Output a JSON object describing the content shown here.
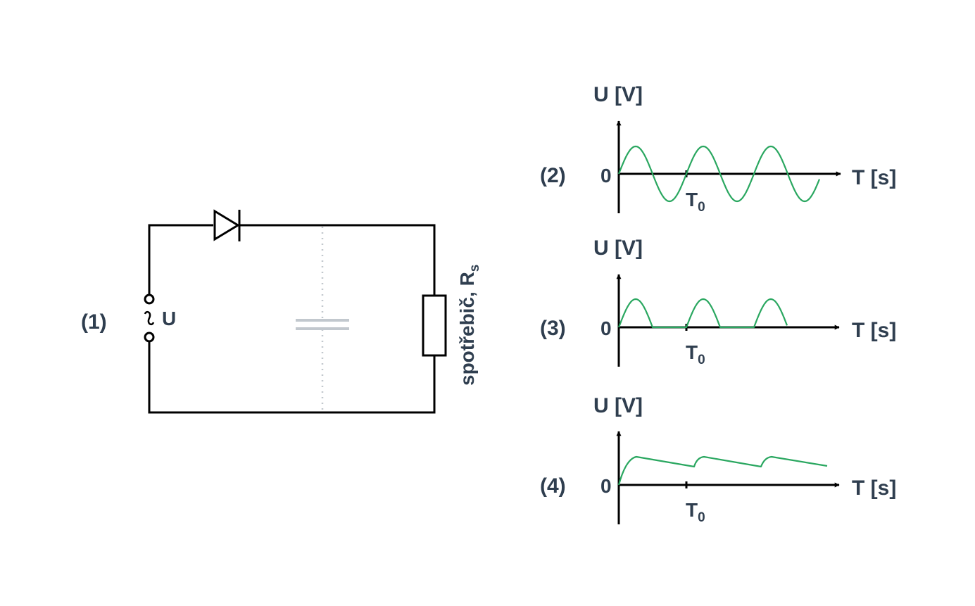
{
  "circuit": {
    "label": "(1)",
    "source_label": "U",
    "load_label": "spotřebič, R",
    "load_subscript": "s"
  },
  "graphs": [
    {
      "label": "(2)",
      "ylabel": "U [V]",
      "xlabel": "T [s]",
      "zero": "0",
      "tick": "T",
      "tick_sub": "0",
      "wave": "sine"
    },
    {
      "label": "(3)",
      "ylabel": "U [V]",
      "xlabel": "T [s]",
      "zero": "0",
      "tick": "T",
      "tick_sub": "0",
      "wave": "half-wave"
    },
    {
      "label": "(4)",
      "ylabel": "U [V]",
      "xlabel": "T [s]",
      "zero": "0",
      "tick": "T",
      "tick_sub": "0",
      "wave": "smoothed"
    }
  ],
  "colors": {
    "wave": "#2aa760",
    "text": "#2f3e4f",
    "capacitor": "#c2c8ce"
  }
}
